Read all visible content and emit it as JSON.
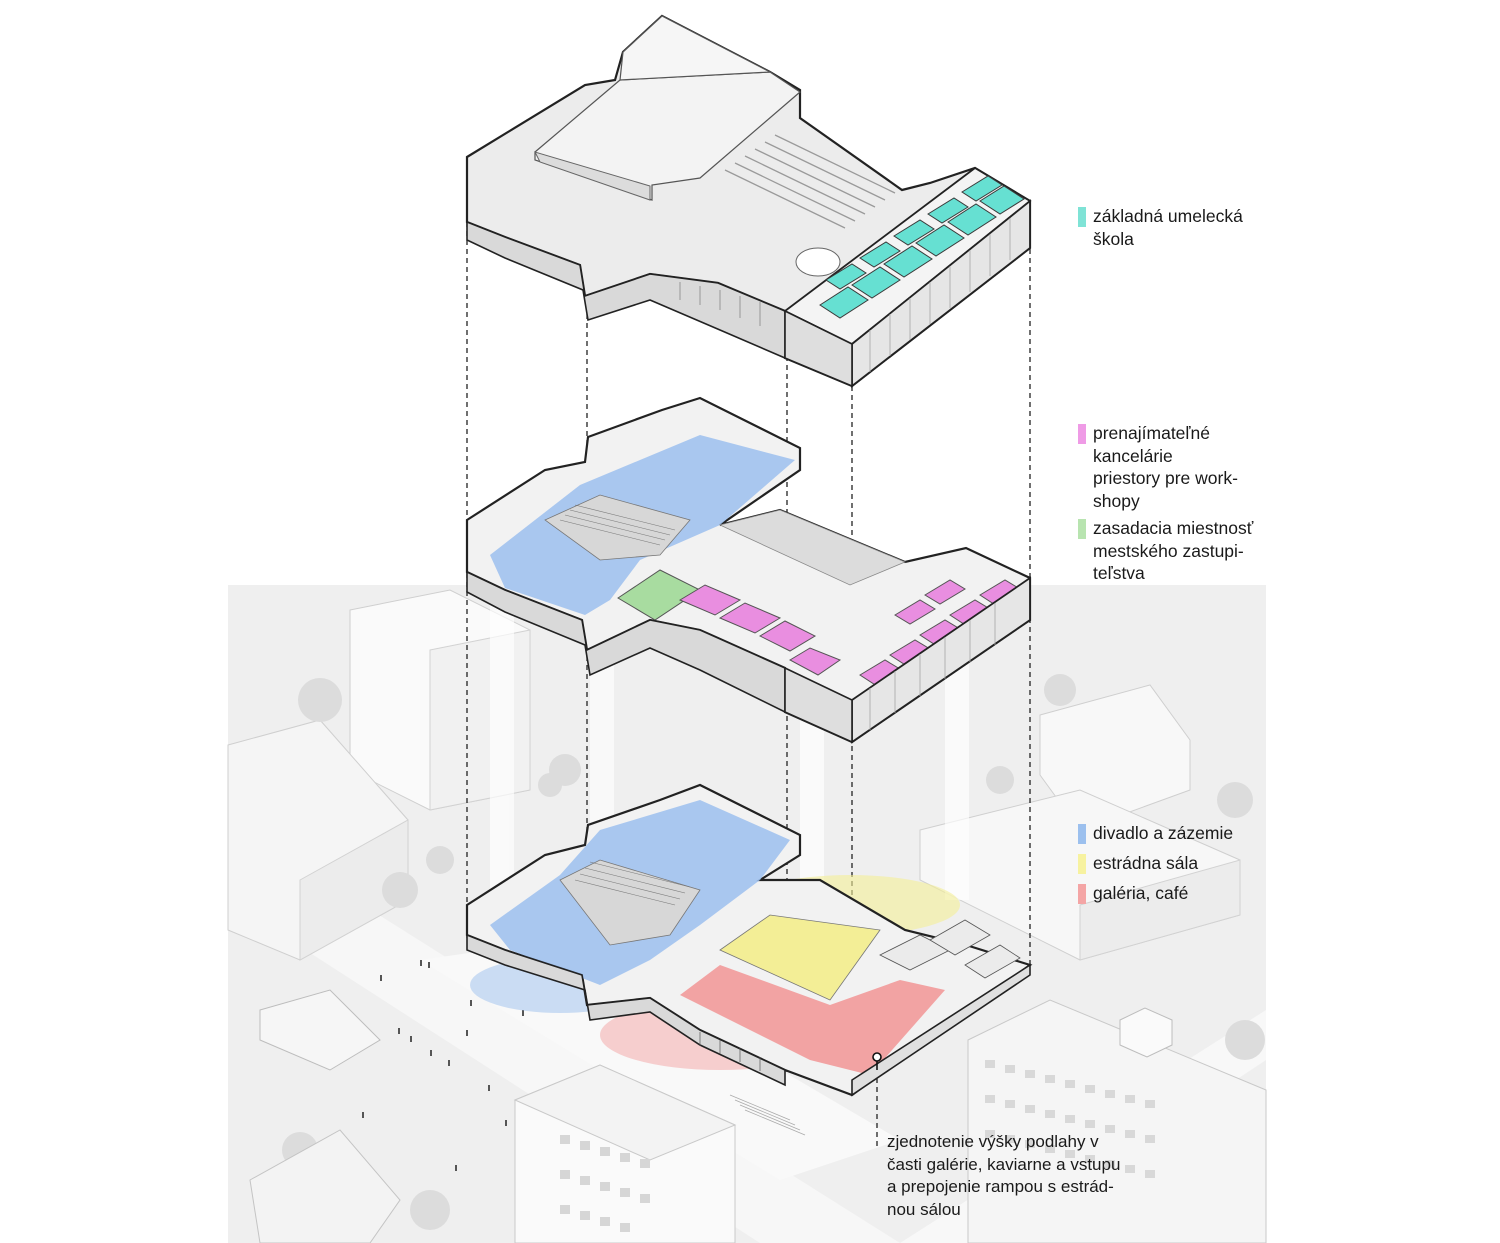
{
  "legend": {
    "level3": [
      {
        "label": "základná umelecká\nškola",
        "color": "#7fe3d6"
      }
    ],
    "level2": [
      {
        "label": "prenajímateľné\nkancelárie\npriestory pre work-\nshopy",
        "color": "#ef9be6"
      },
      {
        "label": "zasadacia miestnosť\nmestského zastupi-\nteľstva",
        "color": "#b8e4b0"
      }
    ],
    "level1": [
      {
        "label": "divadlo a zázemie",
        "color": "#9cc0ee"
      },
      {
        "label": "estrádna sála",
        "color": "#f7f2a0"
      },
      {
        "label": "galéria, café",
        "color": "#f4a5a5"
      }
    ]
  },
  "annotation": {
    "text": "zjednotenie výšky podlahy v\nčasti galérie, kaviarne a vstupu\na prepojenie rampou s estrád-\nnou sálou"
  },
  "colors": {
    "line": "#222222",
    "context": "#e4e4e4",
    "roof": "#e9e9e9",
    "school": "#66e0d2",
    "offices": "#e98ee0",
    "meeting": "#a8dca0",
    "theatre": "#9cc0ee",
    "hall": "#f3ee96",
    "gallery": "#f29a9a"
  }
}
